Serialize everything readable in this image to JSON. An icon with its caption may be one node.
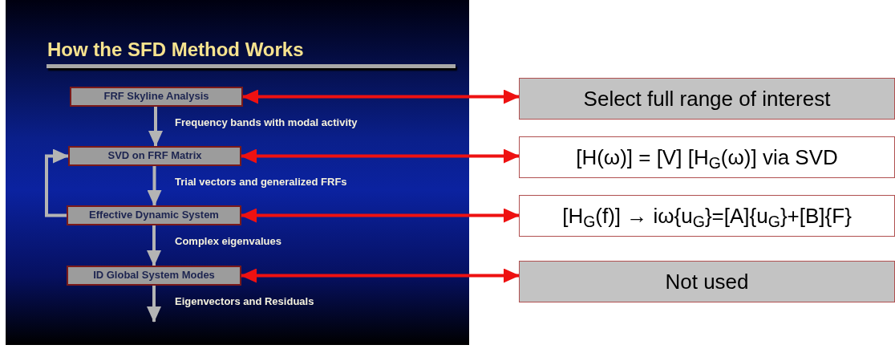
{
  "diagram": {
    "title": "How the SFD Method Works",
    "nodes": [
      {
        "text": [
          "FRF Skyline Analysis"
        ]
      },
      {
        "text": [
          "SVD on FRF Matrix"
        ]
      },
      {
        "text": [
          "Effective Dynamic System"
        ]
      },
      {
        "text": [
          "ID Global System Modes"
        ]
      },
      {
        "text": [
          "Select full range of interest"
        ]
      },
      {
        "text": [
          "[H(ω)] = [V] [H$_{G}$(ω)] via SVD"
        ]
      },
      {
        "text": [
          "[H$_{G}$(f)] → iω{u$_{G}$}=[A]{u$_{G}$}+[B]{F}"
        ]
      },
      {
        "text": [
          "Not used"
        ]
      }
    ],
    "edges": [
      {
        "from": 0,
        "to": 1,
        "arrow": "to",
        "label": "Frequency bands with modal activity"
      },
      {
        "from": 1,
        "to": 2,
        "arrow": "to",
        "label": "Trial vectors and generalized FRFs"
      },
      {
        "from": 2,
        "to": 3,
        "arrow": "to",
        "label": "Complex eigenvalues"
      },
      {
        "from": 3,
        "to": null,
        "arrow": "to",
        "label": "Eigenvectors and Residuals"
      },
      {
        "from": 2,
        "to": 1,
        "arrow": "to"
      },
      {
        "from": 0,
        "to": 4,
        "arrow": "both",
        "color": "#ee1111"
      },
      {
        "from": 1,
        "to": 5,
        "arrow": "both",
        "color": "#ee1111"
      },
      {
        "from": 2,
        "to": 6,
        "arrow": "both",
        "color": "#ee1111"
      },
      {
        "from": 3,
        "to": 7,
        "arrow": "both",
        "color": "#ee1111"
      }
    ]
  }
}
